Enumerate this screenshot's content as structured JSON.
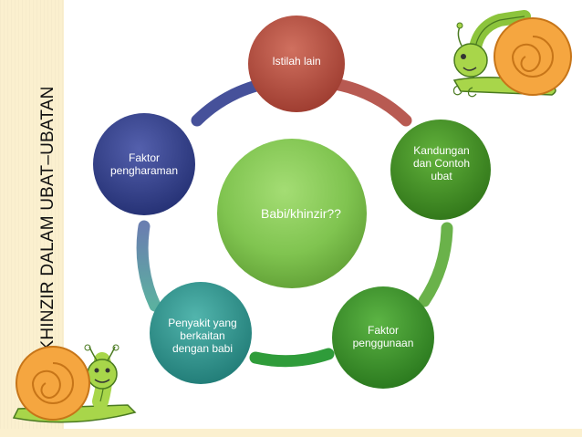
{
  "slide": {
    "side_title": "KHINZIR DALAM UBAT–UBATAN",
    "center_label": "Babi/khinzir??",
    "nodes": [
      {
        "label": "Istilah lain",
        "color": "#b5493c"
      },
      {
        "label": "Kandungan\ndan Contoh\nubat",
        "color": "#3f8c22"
      },
      {
        "label": "Faktor\npenggunaan",
        "color": "#378d2a"
      },
      {
        "label": "Penyakit yang\nberkaitan\ndengan babi",
        "color": "#2b8f8a"
      },
      {
        "label": "Faktor\npengharaman",
        "color": "#2f3c8a"
      }
    ],
    "colors": {
      "side_bar": "#fbf0cf",
      "center_fill": "#7fc24e",
      "snail_shell": "#f5a640",
      "snail_body": "#a8d64a"
    }
  }
}
